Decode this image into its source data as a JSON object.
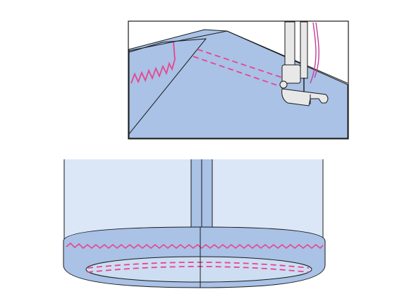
{
  "figure": {
    "panels": [
      {
        "id": "top",
        "depicts": "presser-foot-sewing-fold"
      },
      {
        "id": "bottom",
        "depicts": "hemmed-sleeve-tube"
      }
    ],
    "colors": {
      "fabric": "#a9c2e6",
      "fabric_inner": "#cddef3",
      "fabric_light": "#dbe7f7",
      "stitch": "#e8458f",
      "outline": "#1a1a1a",
      "metal": "#e8e8e8",
      "thread": "#c0409a"
    },
    "stitch_types": [
      "zigzag-overlock",
      "double-straight-line"
    ]
  }
}
